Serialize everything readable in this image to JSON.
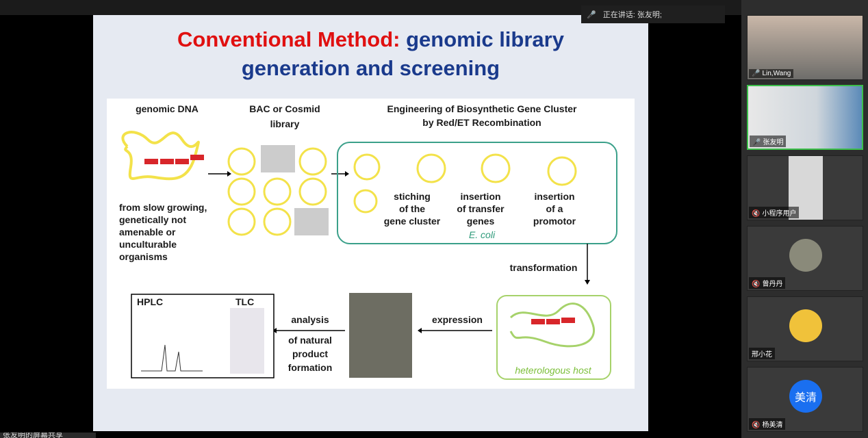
{
  "speaker_bar": {
    "label": "正在讲话: 张友明;"
  },
  "share_label": "张友明的屏幕共享",
  "slide": {
    "title_red": "Conventional Method:",
    "title_blue1": " genomic library",
    "title_blue2": "generation and screening",
    "fig": {
      "h_genomic": "genomic DNA",
      "h_bac1": "BAC or Cosmid",
      "h_bac2": "library",
      "h_eng1": "Engineering of Biosynthetic Gene Cluster",
      "h_eng2": "by Red/ET Recombination",
      "org1": "from slow growing,",
      "org2": "genetically not",
      "org3": "amenable or",
      "org4": "unculturable",
      "org5": "organisms",
      "st1": "stiching",
      "st2": "of the",
      "st3": "gene cluster",
      "in1": "insertion",
      "in2": "of transfer",
      "in3": "genes",
      "ip1": "insertion",
      "ip2": "of a",
      "ip3": "promotor",
      "ecoli": "E. coli",
      "transformation": "transformation",
      "expression": "expression",
      "an1": "analysis",
      "an2": "of natural",
      "an3": "product",
      "an4": "formation",
      "hplc": "HPLC",
      "tlc": "TLC",
      "host": "heterologous host"
    }
  },
  "participants": [
    {
      "name": "Lin,Wang",
      "mic": "on"
    },
    {
      "name": "张友明",
      "mic": "on"
    },
    {
      "name": "小程序用户",
      "mic": "muted"
    },
    {
      "name": "曾丹丹",
      "mic": "muted"
    },
    {
      "name": "邢小花",
      "mic": "none"
    },
    {
      "name": "杨美清",
      "mic": "muted",
      "avatar_text": "美清"
    }
  ],
  "colors": {
    "title_red": "#e01010",
    "title_blue": "#1a3a8c",
    "active_border": "#3cbf4a",
    "avatar_blue": "#1a6ff0"
  }
}
